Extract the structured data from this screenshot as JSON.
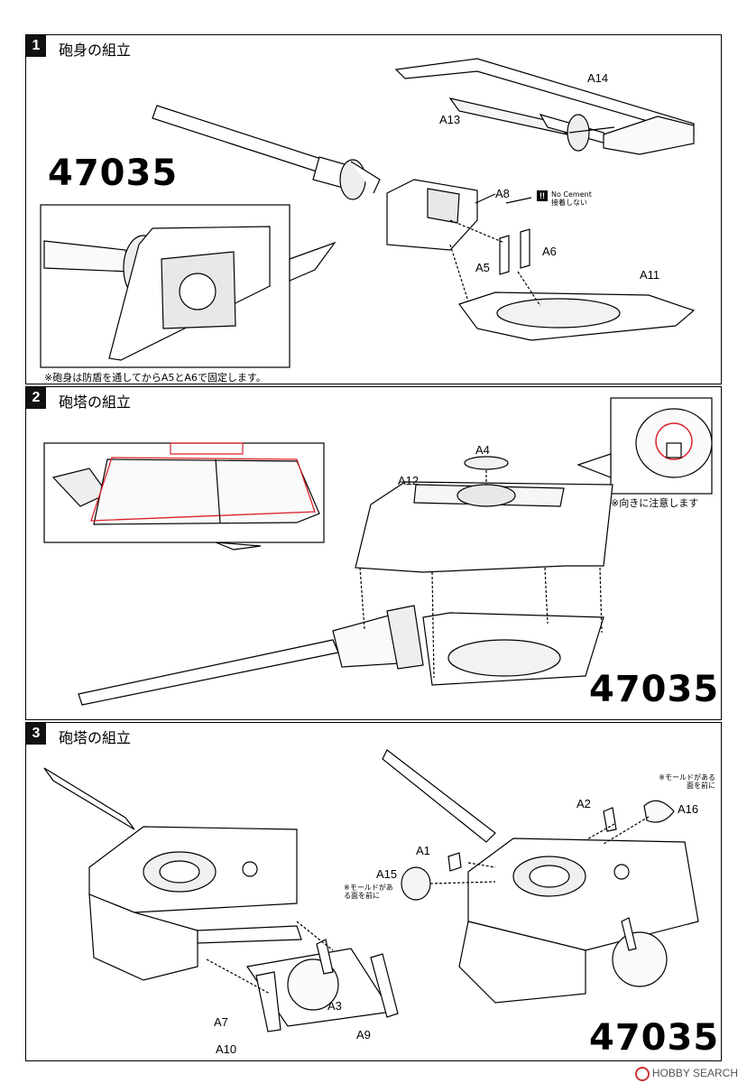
{
  "steps": [
    {
      "number": "1",
      "title": "砲身の組立"
    },
    {
      "number": "2",
      "title": "砲塔の組立"
    },
    {
      "number": "3",
      "title": "砲塔の組立"
    }
  ],
  "part_number": "47035",
  "step1": {
    "labels": {
      "a14": "A14",
      "a13": "A13",
      "a8": "A8",
      "a6": "A6",
      "a5": "A5",
      "a11": "A11"
    },
    "no_cement": {
      "icon": "!!",
      "en": "No Cement",
      "jp": "接着しない"
    },
    "note": "※砲身は防盾を通してからA5とA6で固定します。"
  },
  "step2": {
    "labels": {
      "a4": "A4",
      "a12": "A12"
    },
    "note": "※向きに注意します"
  },
  "step3": {
    "labels": {
      "a2": "A2",
      "a16": "A16",
      "a1": "A1",
      "a15": "A15",
      "a3": "A3",
      "a7": "A7",
      "a9": "A9",
      "a10": "A10"
    },
    "note_a16": "※モールドがある面を前に",
    "note_a15": "※モールドがある面を前に"
  },
  "footer": {
    "watermark": "HOBBY SEARCH"
  },
  "colors": {
    "red_outline": "#d9232a",
    "panel_border": "#000000"
  }
}
